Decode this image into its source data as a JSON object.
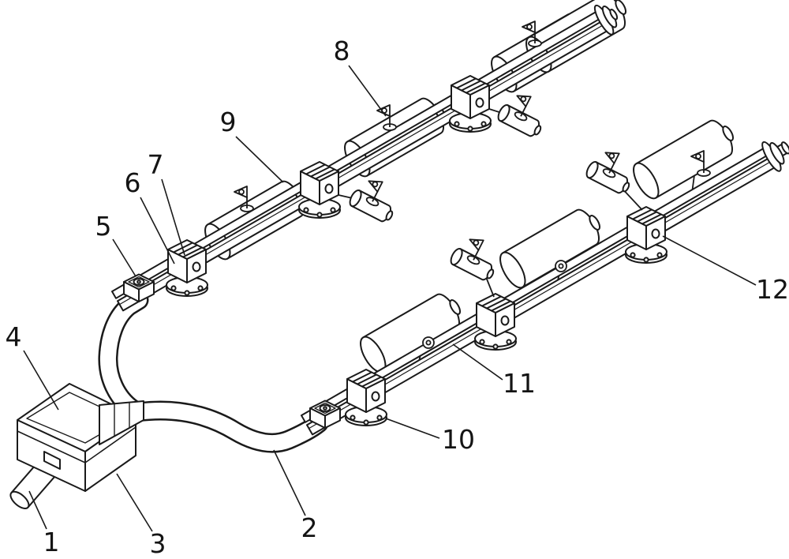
{
  "figure": {
    "background_color": "#ffffff",
    "line_color": "#1a1a1a"
  },
  "callouts": [
    {
      "label": "1"
    },
    {
      "label": "2"
    },
    {
      "label": "3"
    },
    {
      "label": "4"
    },
    {
      "label": "5"
    },
    {
      "label": "6"
    },
    {
      "label": "7"
    },
    {
      "label": "8"
    },
    {
      "label": "9"
    },
    {
      "label": "10"
    },
    {
      "label": "11"
    },
    {
      "label": "12"
    }
  ]
}
